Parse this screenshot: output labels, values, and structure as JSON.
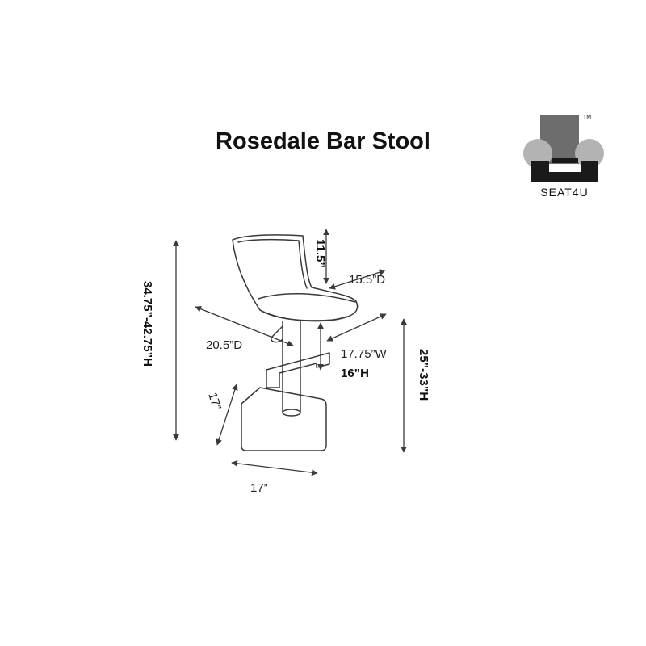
{
  "title": "Rosedale Bar Stool",
  "logo": {
    "brand": "SEAT4U",
    "trademark": "TM",
    "colors": {
      "dark": "#1a1a1a",
      "mid": "#6d6d6d",
      "light": "#b3b3b3"
    }
  },
  "dimensions": {
    "overall_height": "34.75”-42.75”H",
    "back_height": "11.5”",
    "seat_depth": "15.5”D",
    "overall_depth": "20.5”D",
    "seat_width": "17.75”W",
    "footrest_height": "16”H",
    "seat_height": "25”-33”H",
    "base_depth": "17”",
    "base_width": "17”"
  }
}
